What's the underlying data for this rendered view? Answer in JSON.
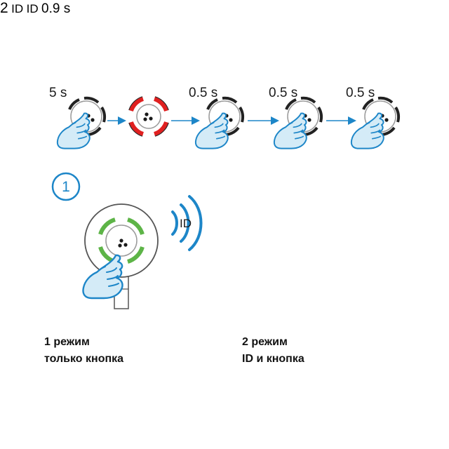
{
  "sequence": {
    "steps": [
      {
        "time": "5 s",
        "ring": "black"
      },
      {
        "time": "",
        "ring": "red"
      },
      {
        "time": "0.5 s",
        "ring": "black"
      },
      {
        "time": "0.5 s",
        "ring": "black"
      },
      {
        "time": "0.5 s",
        "ring": "black"
      }
    ]
  },
  "modes": [
    {
      "number": "1",
      "ring_color": "#5db447",
      "id_labels": [
        "ID"
      ],
      "caption_line1": "1 режим",
      "caption_line2": "только кнопка"
    },
    {
      "number": "2",
      "ring_color": "#f2e61b",
      "id_labels": [
        "ID",
        "ID"
      ],
      "caption_line1": "2 режим",
      "caption_line2": "ID и кнопка",
      "timer_label": "0.9 s"
    }
  ],
  "colors": {
    "accent_blue": "#1d86c8",
    "hand_fill": "#d4ebf7",
    "red": "#e02020",
    "green": "#5db447",
    "yellow": "#f2e61b"
  }
}
